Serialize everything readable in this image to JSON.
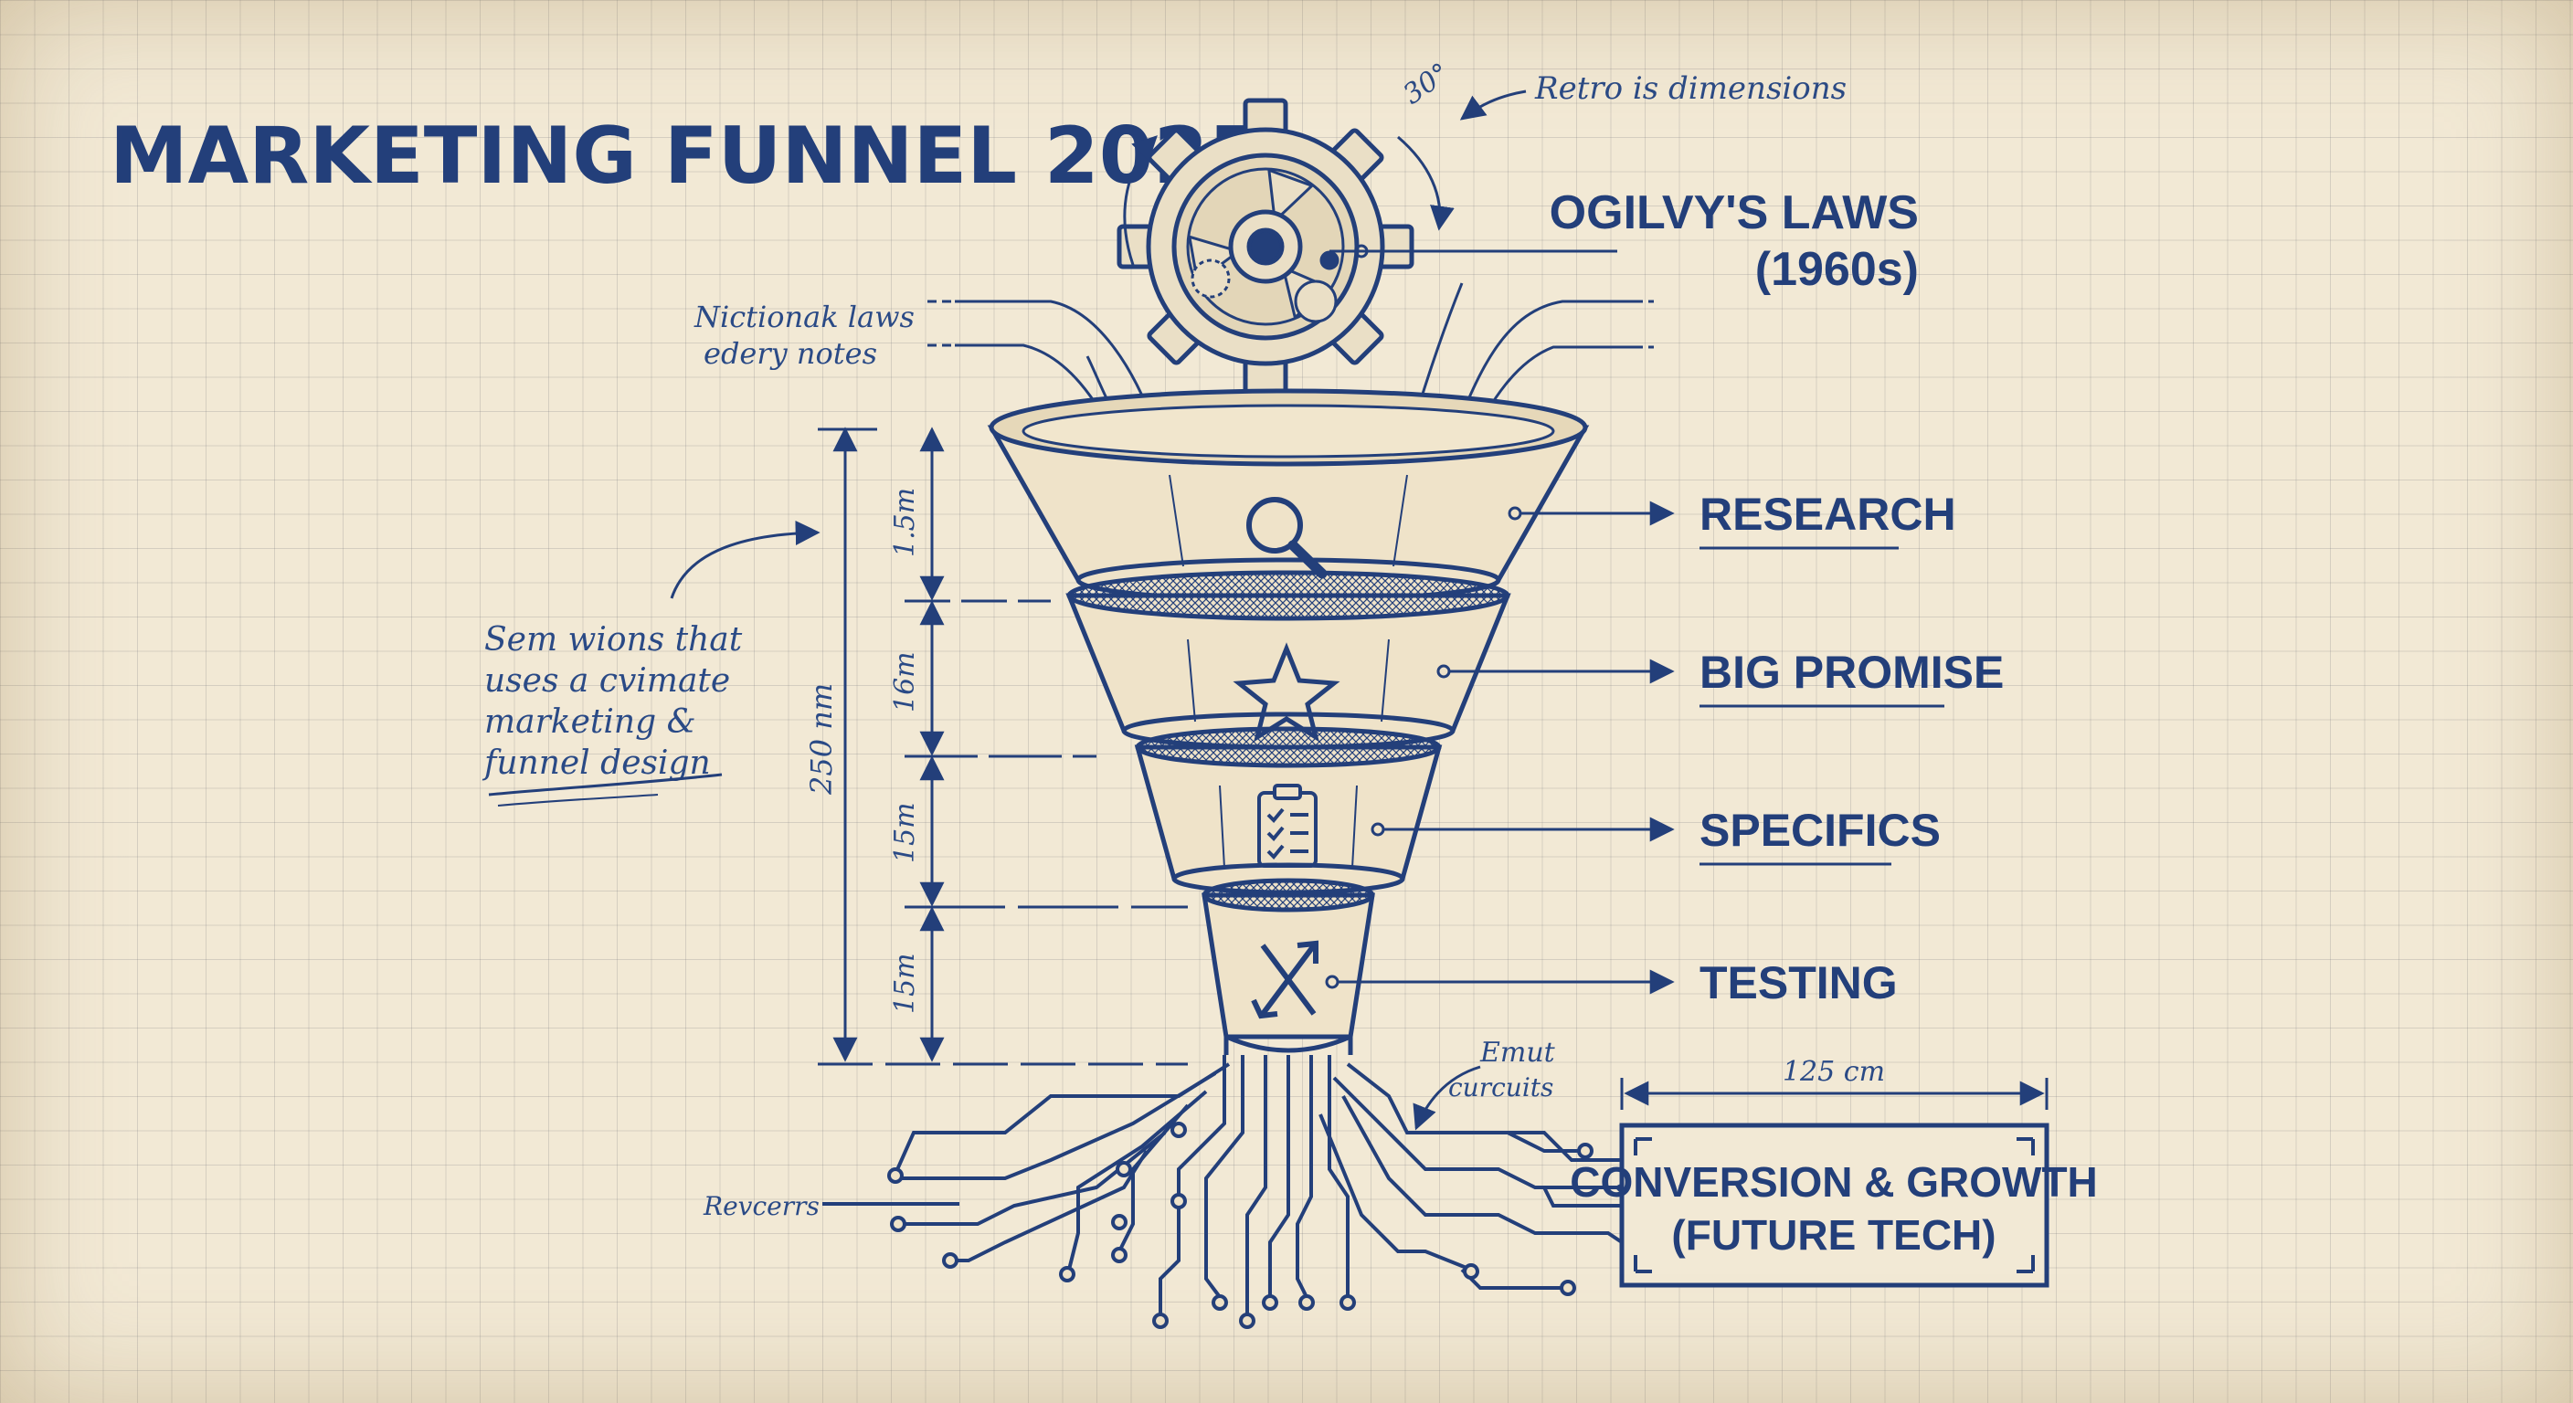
{
  "title": "MARKETING FUNNEL 2025",
  "top_notes": {
    "angle": "30°",
    "retro": "Retro is dimensions"
  },
  "ogilvy": {
    "line1": "OGILVY'S LAWS",
    "line2": "(1960s)"
  },
  "left_notes": {
    "notional_line1": "Nictionak laws",
    "notional_line2": "edery notes",
    "side_note": [
      "Sem wions that",
      "uses a cvimate",
      "marketing &",
      "funnel design"
    ],
    "receivers": "Revcerrs"
  },
  "stages": [
    {
      "label": "RESEARCH",
      "icon": "magnifier-icon",
      "dimension": "1.5m"
    },
    {
      "label": "BIG PROMISE",
      "icon": "star-icon",
      "dimension": "16m"
    },
    {
      "label": "SPECIFICS",
      "icon": "clipboard-checklist-icon",
      "dimension": "15m"
    },
    {
      "label": "TESTING",
      "icon": "crossed-arrows-icon",
      "dimension": "15m"
    }
  ],
  "total_dimension": "250 nm",
  "output_note": [
    "Emut",
    "curcuits"
  ],
  "width_dimension": "125 cm",
  "conversion": {
    "line1": "CONVERSION & GROWTH",
    "line2": "(FUTURE TECH)"
  },
  "colors": {
    "ink": "#233f7a",
    "paper": "#f2e9d5",
    "grid": "#8a8a92"
  }
}
